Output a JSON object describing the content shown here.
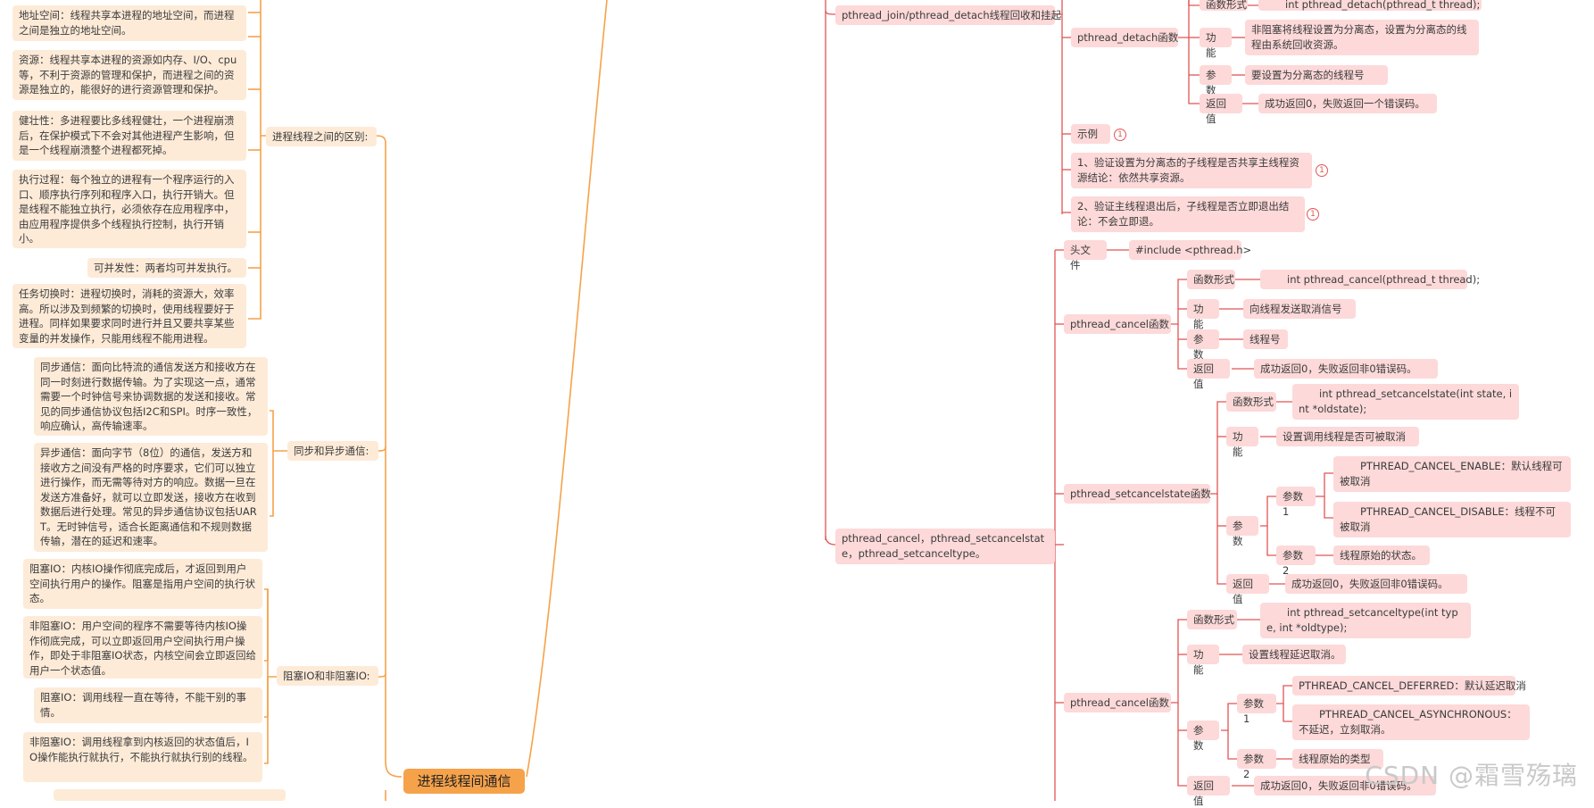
{
  "colors": {
    "orange_line": "#f6a24a",
    "orange_node": "#fdebd8",
    "red_line": "#e25555",
    "red_node": "#fdd9d9",
    "hub": "#f6a24a"
  },
  "hub": {
    "label": "进程线程间通信"
  },
  "left": {
    "diff_branch": {
      "label": "进程线程之间的区别:",
      "items": [
        "地址空间：线程共享本进程的地址空间，而进程之间是独立的地址空间。",
        "资源：线程共享本进程的资源如内存、I/O、cpu等，不利于资源的管理和保护，而进程之间的资源是独立的，能很好的进行资源管理和保护。",
        "健壮性：多进程要比多线程健壮，一个进程崩溃后，在保护模式下不会对其他进程产生影响，但是一个线程崩溃整个进程都死掉。",
        "执行过程：每个独立的进程有一个程序运行的入口、顺序执行序列和程序入口，执行开销大。但是线程不能独立执行，必须依存在应用程序中，由应用程序提供多个线程执行控制，执行开销小。",
        "可并发性：两者均可并发执行。",
        "任务切换时：进程切换时，消耗的资源大，效率高。所以涉及到频繁的切换时，使用线程要好于进程。同样如果要求同时进行并且又要共享某些变量的并发操作，只能用线程不能用进程。"
      ]
    },
    "sync_branch": {
      "label": "同步和异步通信:",
      "items": [
        "同步通信：面向比特流的通信发送方和接收方在同一时刻进行数据传输。为了实现这一点，通常需要一个时钟信号来协调数据的发送和接收。常见的同步通信协议包括I2C和SPI。时序一致性，响应确认，高传输速率。",
        "异步通信：面向字节（8位）的通信，发送方和接收方之间没有严格的时序要求，它们可以独立进行操作，而无需等待对方的响应。数据一旦在发送方准备好，就可以立即发送，接收方在收到数据后进行处理。常见的异步通信协议包括UART。无时钟信号，适合长距离通信和不规则数据传输，潜在的延迟和速率。"
      ]
    },
    "block_branch": {
      "label": "阻塞IO和非阻塞IO:",
      "items": [
        "阻塞IO：内核IO操作彻底完成后，才返回到用户空间执行用户的操作。阻塞是指用户空间的执行状态。",
        "非阻塞IO：用户空间的程序不需要等待内核IO操作彻底完成，可以立即返回用户空间执行用户操作，即处于非阻塞IO状态，内核空间会立即返回给用户一个状态值。",
        "阻塞IO：调用线程一直在等待，不能干别的事情。",
        "非阻塞IO：调用线程拿到内核返回的状态值后，IO操作能执行就执行，不能执行就执行别的线程。"
      ]
    }
  },
  "right": {
    "join_branch": {
      "label": "pthread_join/pthread_detach线程回收和挂起"
    },
    "detach": {
      "label": "pthread_detach函数",
      "form_key": "函数形式",
      "form_val": "int pthread_detach(pthread_t thread);",
      "func_key": "功能",
      "func_val": "非阻塞将线程设置为分离态，设置为分离态的线程由系统回收资源。",
      "param_key": "参数",
      "param_val": "要设置为分离态的线程号",
      "ret_key": "返回值",
      "ret_val": "成功返回0，失败返回一个错误码。"
    },
    "examples": [
      {
        "label": "示例",
        "badge": "1"
      },
      {
        "label": "1、验证设置为分离态的子线程是否共享主线程资源结论：依然共享资源。",
        "badge": "1"
      },
      {
        "label": "2、验证主线程退出后，子线程是否立即退出结论：不会立即退。",
        "badge": "1"
      }
    ],
    "cancel_branch": {
      "label": "pthread_cancel，pthread_setcancelstate，pthread_setcanceltype。"
    },
    "header": {
      "key": "头文件",
      "val": "#include <pthread.h>"
    },
    "cancel": {
      "label": "pthread_cancel函数",
      "form_key": "函数形式",
      "form_val": "int pthread_cancel(pthread_t thread);",
      "func_key": "功能",
      "func_val": "向线程发送取消信号",
      "param_key": "参数",
      "param_val": "线程号",
      "ret_key": "返回值",
      "ret_val": "成功返回0，失败返回非0错误码。"
    },
    "setstate": {
      "label": "pthread_setcancelstate函数",
      "form_key": "函数形式",
      "form_val": "int pthread_setcancelstate(int state, int *oldstate);",
      "func_key": "功能",
      "func_val": "设置调用线程是否可被取消",
      "param_key": "参数",
      "p1_key": "参数1",
      "p1_a": "PTHREAD_CANCEL_ENABLE：默认线程可被取消",
      "p1_b": "PTHREAD_CANCEL_DISABLE：线程不可被取消",
      "p2_key": "参数2",
      "p2_val": "线程原始的状态。",
      "ret_key": "返回值",
      "ret_val": "成功返回0，失败返回非0错误码。"
    },
    "settype": {
      "label": "pthread_cancel函数",
      "form_key": "函数形式",
      "form_val": "int pthread_setcanceltype(int type, int *oldtype);",
      "func_key": "功能",
      "func_val": "设置线程延迟取消。",
      "param_key": "参数",
      "p1_key": "参数1",
      "p1_a": "PTHREAD_CANCEL_DEFERRED：默认延迟取消",
      "p1_b": "PTHREAD_CANCEL_ASYNCHRONOUS：不延迟，立刻取消。",
      "p2_key": "参数2",
      "p2_val": "线程原始的类型",
      "ret_key": "返回值",
      "ret_val": "成功返回0，失败返回非0错误码。"
    }
  },
  "watermark": "CSDN @霜雪殇璃"
}
